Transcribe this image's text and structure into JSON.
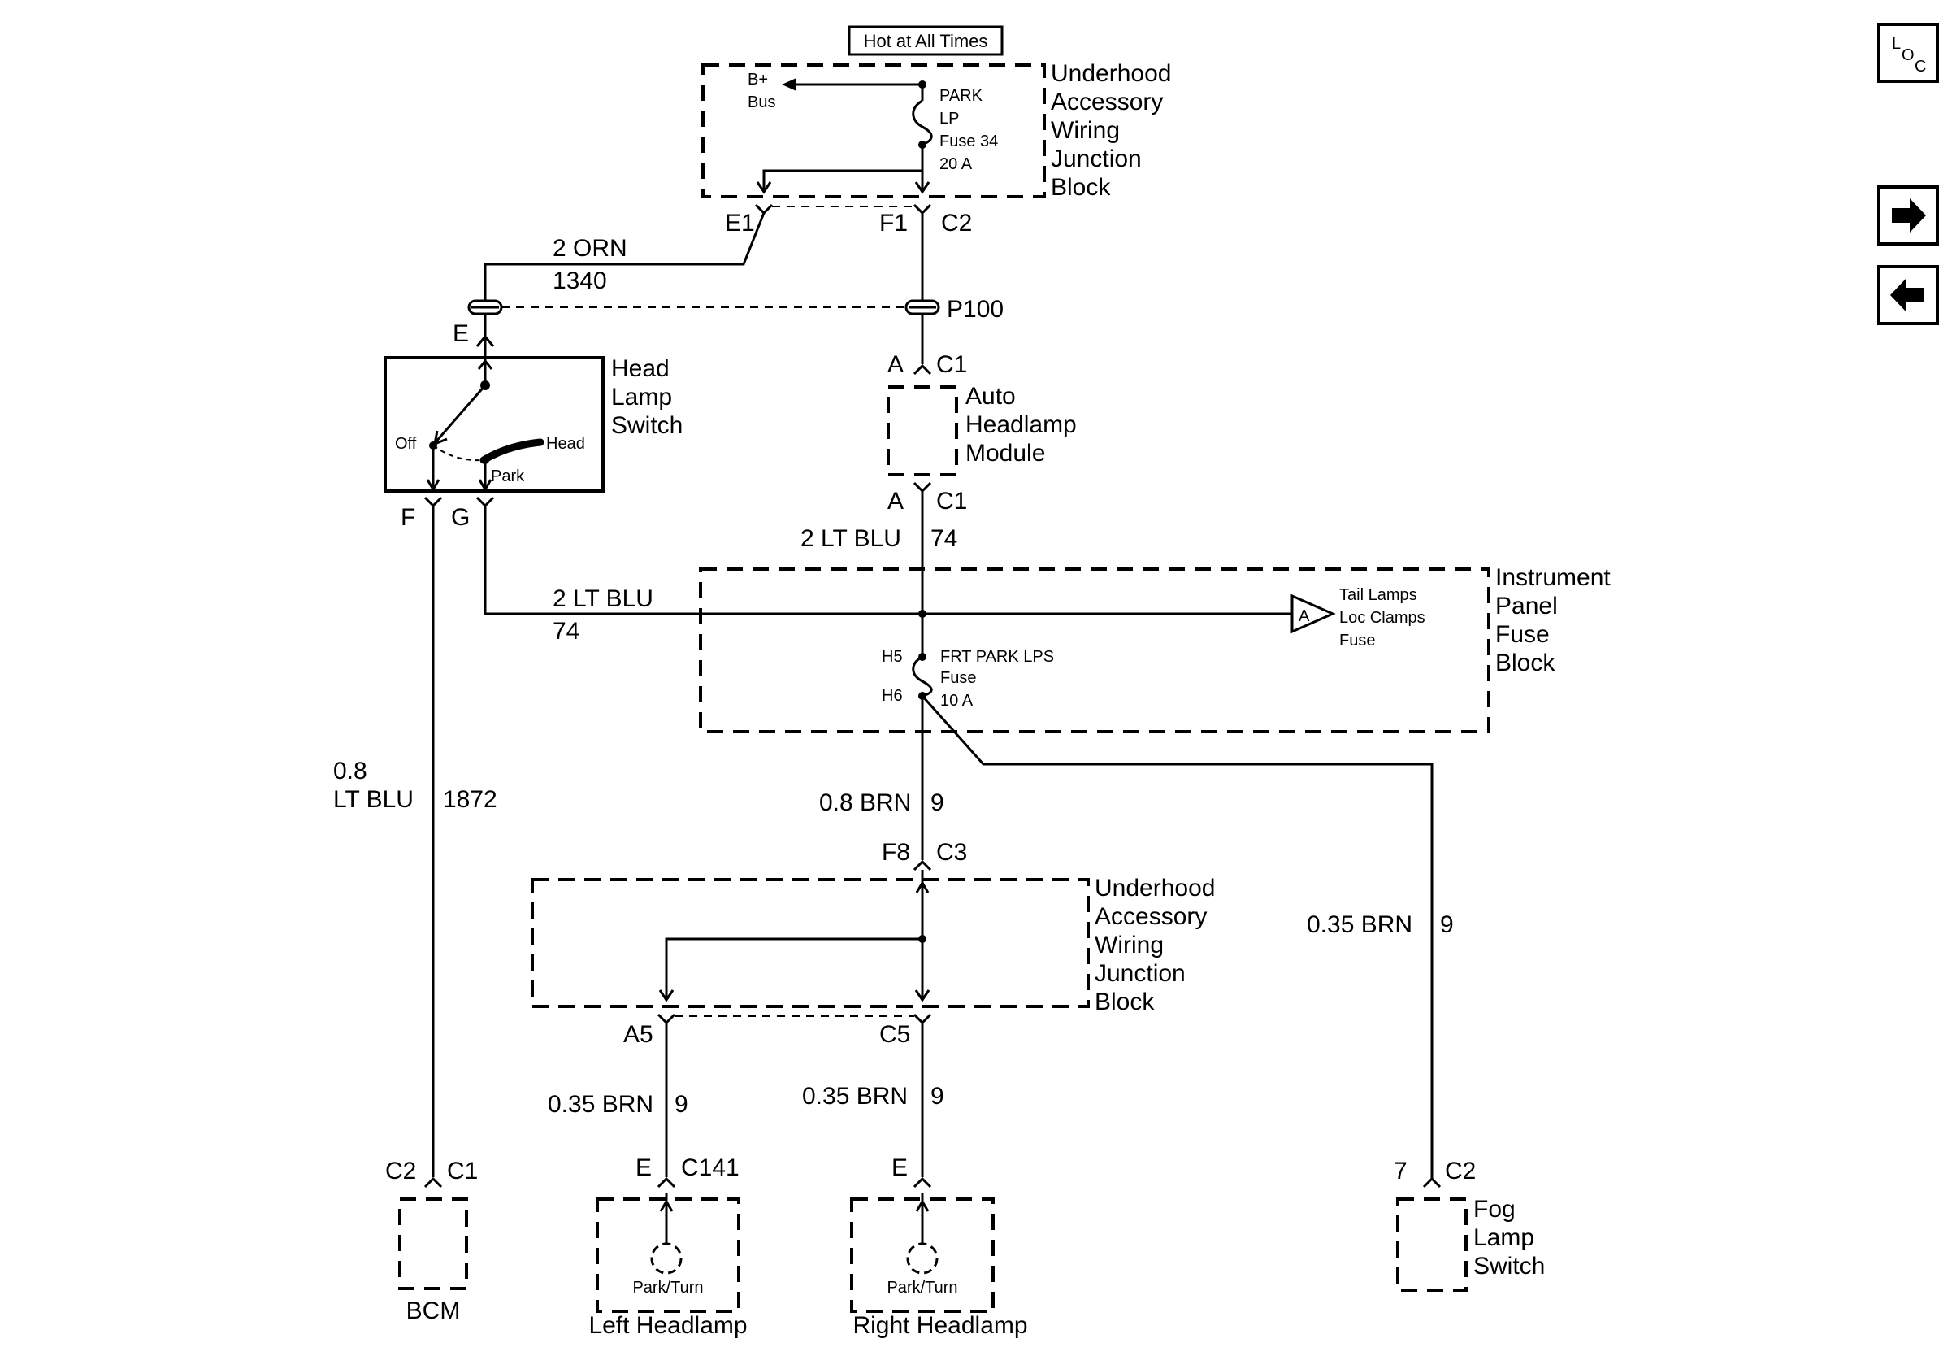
{
  "hot_label": "Hot at All Times",
  "uaj_top": {
    "name": [
      "Underhood",
      "Accessory",
      "Wiring",
      "Junction",
      "Block"
    ],
    "bplus": [
      "B+",
      "Bus"
    ],
    "fuse": [
      "PARK",
      "LP",
      "Fuse 34",
      "20 A"
    ],
    "pins": {
      "e1": "E1",
      "f1": "F1",
      "c2": "C2"
    }
  },
  "wire_orn": {
    "size": "2 ORN",
    "circuit": "1340"
  },
  "splice": {
    "e": "E",
    "p100": "P100"
  },
  "hls": {
    "name": [
      "Head",
      "Lamp",
      "Switch"
    ],
    "off": "Off",
    "head": "Head",
    "park": "Park",
    "pins": {
      "f": "F",
      "g": "G"
    }
  },
  "ahm": {
    "name": [
      "Auto",
      "Headlamp",
      "Module"
    ],
    "pin_a": "A",
    "conn": "C1"
  },
  "wire_ltblu_a": {
    "size": "2 LT BLU",
    "circuit": "74"
  },
  "wire_ltblu_b": {
    "size": "2 LT BLU",
    "circuit": "74"
  },
  "ipfb": {
    "name": [
      "Instrument",
      "Panel",
      "Fuse",
      "Block"
    ],
    "h5": "H5",
    "h6": "H6",
    "fuse": [
      "FRT PARK LPS",
      "Fuse",
      "10 A"
    ],
    "ref_letter": "A",
    "ref_text": [
      "Tail Lamps",
      "Loc Clamps",
      "Fuse"
    ]
  },
  "wire_bcm": {
    "size": [
      "0.8",
      "LT BLU"
    ],
    "circuit": "1872"
  },
  "wire_brn_08": {
    "size": "0.8 BRN",
    "circuit": "9"
  },
  "uaj_bot": {
    "name": [
      "Underhood",
      "Accessory",
      "Wiring",
      "Junction",
      "Block"
    ],
    "pins": {
      "f8": "F8",
      "c3": "C3",
      "a5": "A5",
      "c5": "C5"
    }
  },
  "wire_fog": {
    "size": "0.35 BRN",
    "circuit": "9"
  },
  "wire_left": {
    "size": "0.35 BRN",
    "circuit": "9"
  },
  "wire_right": {
    "size": "0.35 BRN",
    "circuit": "9"
  },
  "bcm": {
    "name": "BCM",
    "pin": "C2",
    "conn": "C1"
  },
  "left_hl": {
    "name": "Left Headlamp",
    "bulb": "Park/Turn",
    "pin": "E",
    "conn": "C141"
  },
  "right_hl": {
    "name": "Right Headlamp",
    "bulb": "Park/Turn",
    "pin": "E"
  },
  "fog": {
    "name": [
      "Fog",
      "Lamp",
      "Switch"
    ],
    "pin": "7",
    "conn": "C2"
  },
  "nav": {
    "loc_icon": "location-icon",
    "next_icon": "arrow-right-icon",
    "prev_icon": "arrow-left-icon"
  }
}
